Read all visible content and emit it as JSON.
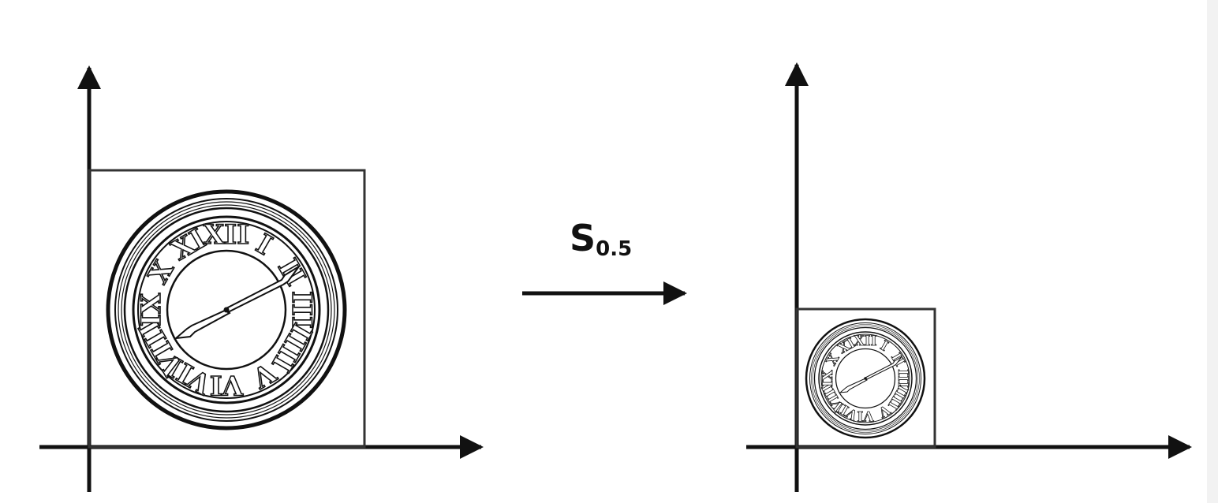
{
  "diagram": {
    "transform_label": {
      "symbol": "S",
      "subscript": "0.5"
    },
    "scale_factor": 0.5,
    "left_panel": {
      "content": "clock-image",
      "numerals": [
        "XII",
        "I",
        "II",
        "III",
        "IIII",
        "V",
        "VI",
        "VII",
        "VIII",
        "IX",
        "X",
        "XI"
      ]
    },
    "right_panel": {
      "content": "clock-image"
    }
  },
  "colors": {
    "ink": "#111111",
    "box_stroke": "#333333",
    "right_strip": "#f2f2f2",
    "background": "#ffffff"
  }
}
